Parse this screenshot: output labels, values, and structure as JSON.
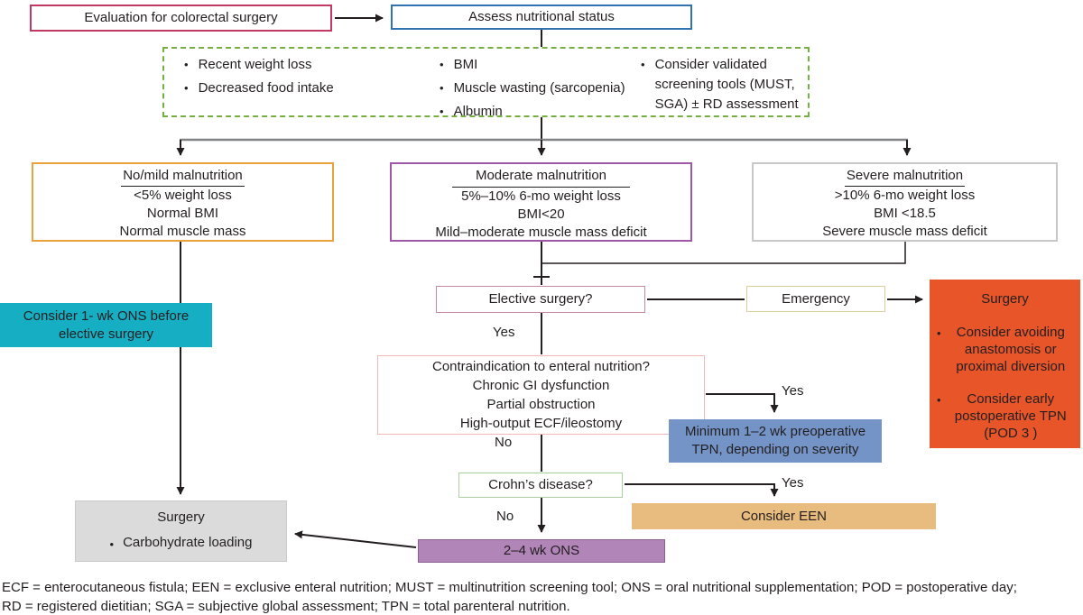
{
  "colors": {
    "ink": "#231F20",
    "crimson": "#C23A63",
    "blue-border": "#2E74B5",
    "green-dash": "#76B043",
    "orange-border": "#E9A23B",
    "purple-border": "#A157A8",
    "gray-border": "#C7C7C7",
    "teal-fill": "#16AEC2",
    "mauve-border": "#C388A2",
    "khaki-border": "#D9D194",
    "orange-fill": "#E85529",
    "pink-border": "#F2B8BA",
    "blue-fill": "#7494C7",
    "ltgreen-border": "#ABCF9F",
    "tan-fill": "#E8BB7E",
    "purple-fill": "#B185B8",
    "purple-fill-border": "#8D5F94",
    "gray-fill": "#DBDBDB",
    "gray-fill-border": "#C9C9C9",
    "line-gray": "#808285"
  },
  "nodes": {
    "eval": "Evaluation for colorectal surgery",
    "assess": "Assess nutritional status",
    "screening": {
      "col1": [
        "Recent weight loss",
        "Decreased food intake"
      ],
      "col2": [
        "BMI",
        "Muscle wasting (sarcopenia)",
        "Albumin"
      ],
      "col3": [
        "Consider validated screening tools (MUST, SGA) ± RD assessment"
      ]
    },
    "no_mild": {
      "title": "No/mild malnutrition",
      "line1": "<5% weight loss",
      "line2": "Normal BMI",
      "line3": "Normal muscle mass"
    },
    "moderate": {
      "title": "Moderate malnutrition",
      "line1": "5%–10% 6-mo weight loss",
      "line2": "BMI<20",
      "line3": "Mild–moderate muscle mass deficit"
    },
    "severe": {
      "title": "Severe malnutrition",
      "line1": ">10% 6-mo weight loss",
      "line2": "BMI <18.5",
      "line3": "Severe muscle mass deficit"
    },
    "ons_before": "Consider 1- wk ONS before elective surgery",
    "elective": "Elective surgery?",
    "emergency": "Emergency",
    "surgery_right": {
      "title": "Surgery",
      "bullet1": "Consider avoiding anastomosis or proximal diversion",
      "bullet2": "Consider early postoperative TPN (POD 3 )"
    },
    "contra": {
      "line1": "Contraindication to enteral nutrition?",
      "line2": "Chronic GI dysfunction",
      "line3": "Partial obstruction",
      "line4": "High-output ECF/ileostomy"
    },
    "tpn": "Minimum 1–2 wk preoperative TPN, depending on severity",
    "crohns": "Crohn’s disease?",
    "een": "Consider EEN",
    "ons24": "2–4 wk ONS",
    "surgery_left": {
      "title": "Surgery",
      "bullet1": "Carbohydrate loading"
    }
  },
  "labels": {
    "yes_elective": "Yes",
    "yes_tpn": "Yes",
    "yes_een": "Yes",
    "no_contra": "No",
    "no_crohns": "No",
    "bullet": "•"
  },
  "footnote": {
    "line1": "ECF = enterocutaneous fistula; EEN = exclusive enteral nutrition; MUST = multinutrition screening tool; ONS = oral nutritional supplementation; POD = postoperative day;",
    "line2": "RD = registered dietitian; SGA = subjective global assessment; TPN = total parenteral nutrition."
  }
}
